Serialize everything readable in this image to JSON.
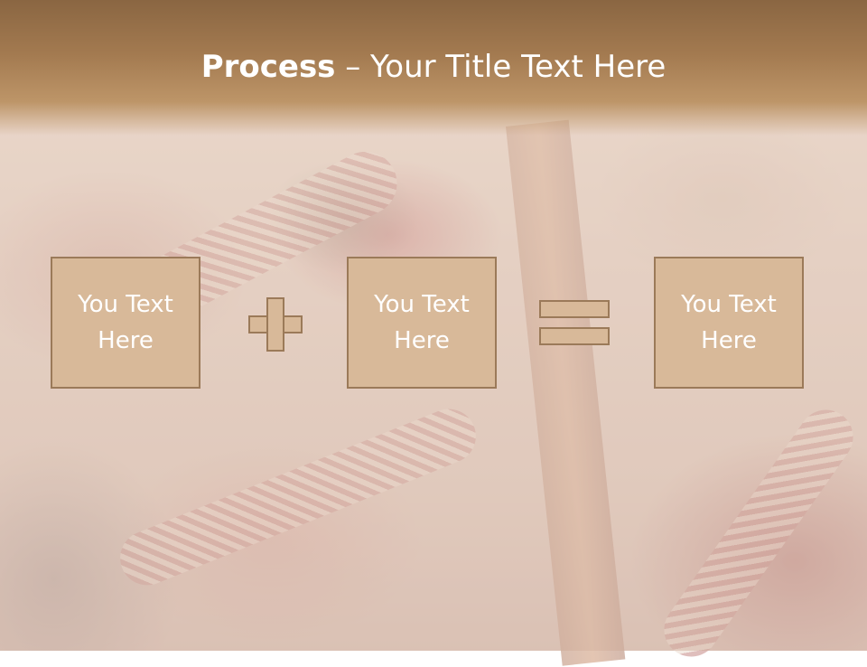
{
  "slide": {
    "title_bold": "Process",
    "title_rest": " – Your Title Text Here"
  },
  "process": {
    "boxes": [
      {
        "line1": "You Text",
        "line2": "Here"
      },
      {
        "line1": "You Text",
        "line2": "Here"
      },
      {
        "line1": "You Text",
        "line2": "Here"
      }
    ],
    "operators": [
      "plus-icon",
      "equals-icon"
    ]
  },
  "colors": {
    "header": "#a37a50",
    "box_fill": "#d8b999",
    "box_border": "#9b7a59",
    "text": "#ffffff"
  }
}
